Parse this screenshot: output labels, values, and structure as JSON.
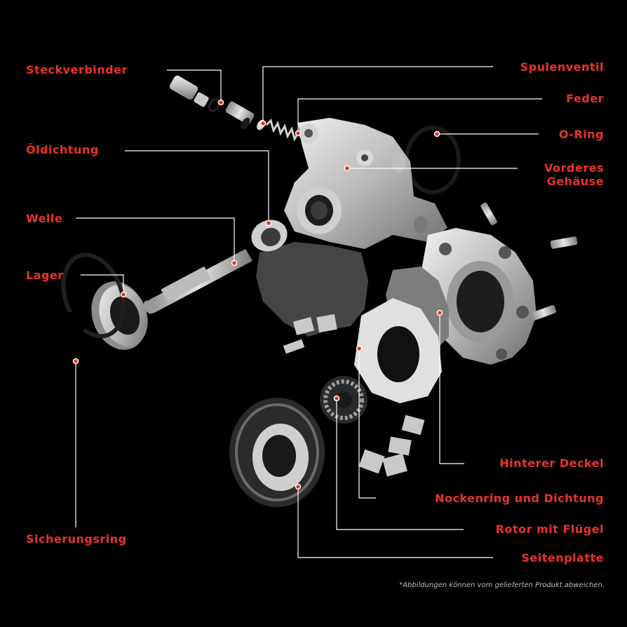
{
  "labels": {
    "steckverbinder": "Steckverbinder",
    "oeldichtung": "Öldichtung",
    "welle": "Welle",
    "lager": "Lager",
    "sicherungsring": "Sicherungsring",
    "spulenventil": "Spulenventil",
    "feder": "Feder",
    "o_ring": "O-Ring",
    "vorderes_gehaeuse_1": "Vorderes",
    "vorderes_gehaeuse_2": "Gehäuse",
    "hinterer_deckel": "Hinterer Deckel",
    "nockenring": "Nockenring und Dichtung",
    "rotor": "Rotor mit Flügel",
    "seitenplatte": "Seitenplatte"
  },
  "footnote": "*Abbildungen können vom gelieferten Produkt abweichen.",
  "colors": {
    "label": "#e8332a",
    "background": "#000000",
    "line": "#ffffff"
  }
}
